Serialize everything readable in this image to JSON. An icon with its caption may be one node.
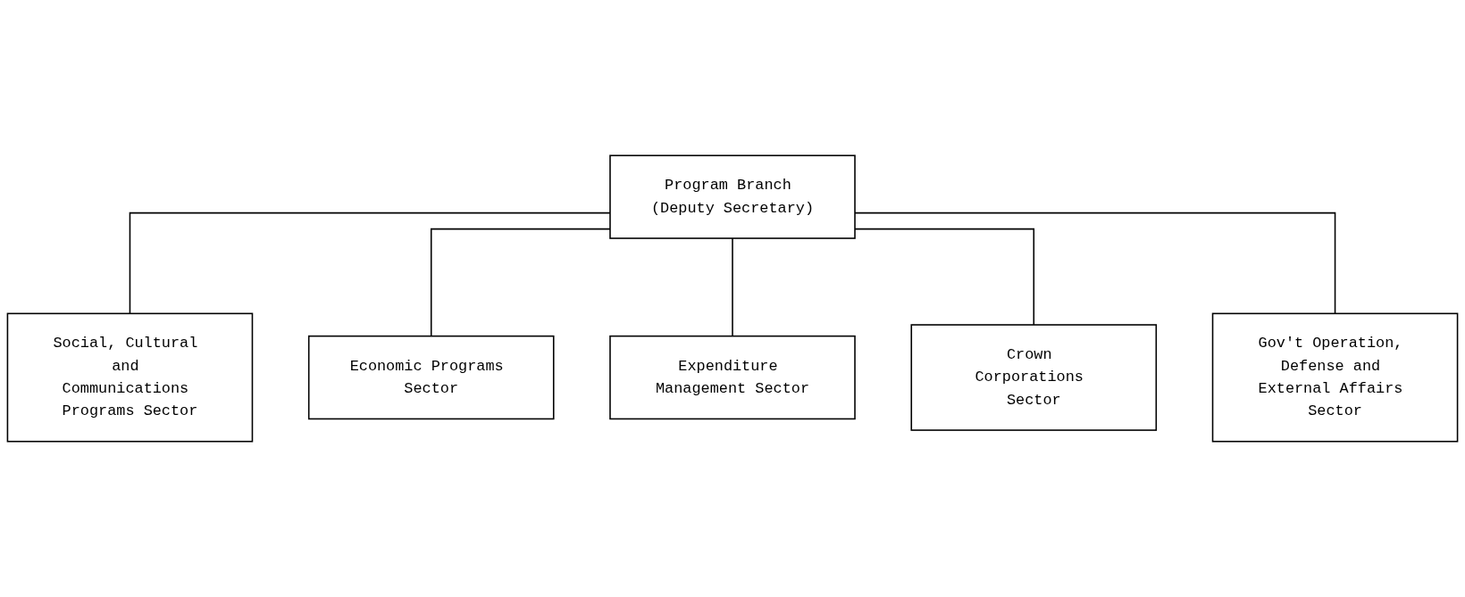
{
  "diagram": {
    "nodes": [
      {
        "text": [
          "Program Branch (Deputy Secretary)"
        ]
      },
      {
        "text": [
          "Social, Cultural and Communications Programs Sector"
        ]
      },
      {
        "text": [
          "Economic Programs Sector"
        ]
      },
      {
        "text": [
          "Expenditure Management Sector"
        ]
      },
      {
        "text": [
          "Crown Corporations Sector"
        ]
      },
      {
        "text": [
          "Gov't Operation, Defense and External Affairs Sector"
        ]
      }
    ],
    "edges": [
      {
        "from": 0,
        "to": 1,
        "arrow": "none"
      },
      {
        "from": 0,
        "to": 2,
        "arrow": "none"
      },
      {
        "from": 0,
        "to": 3,
        "arrow": "none"
      },
      {
        "from": 0,
        "to": 4,
        "arrow": "none"
      },
      {
        "from": 0,
        "to": 5,
        "arrow": "none"
      }
    ]
  }
}
